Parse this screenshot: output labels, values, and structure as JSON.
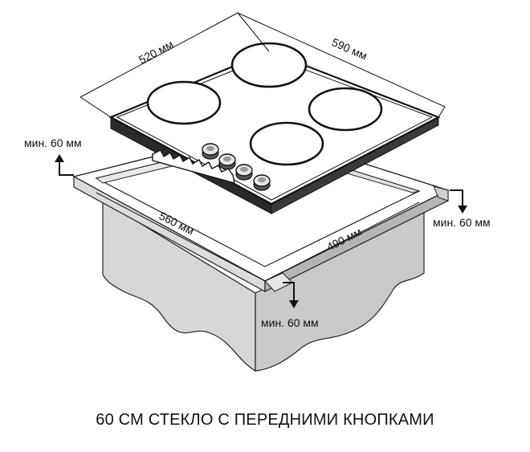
{
  "dimensions": {
    "hob_depth": "520 мм",
    "hob_width": "590 мм",
    "cutout_width": "560 мм",
    "cutout_depth": "490 мм"
  },
  "clearances": {
    "left_top": "мин. 60 мм",
    "right": "мин. 60 мм",
    "front_bottom": "мин. 60 мм"
  },
  "caption": "60 СМ СТЕКЛО С ПЕРЕДНИМИ КНОПКАМИ",
  "components": {
    "burner_count": 4,
    "knob_count": 4
  }
}
